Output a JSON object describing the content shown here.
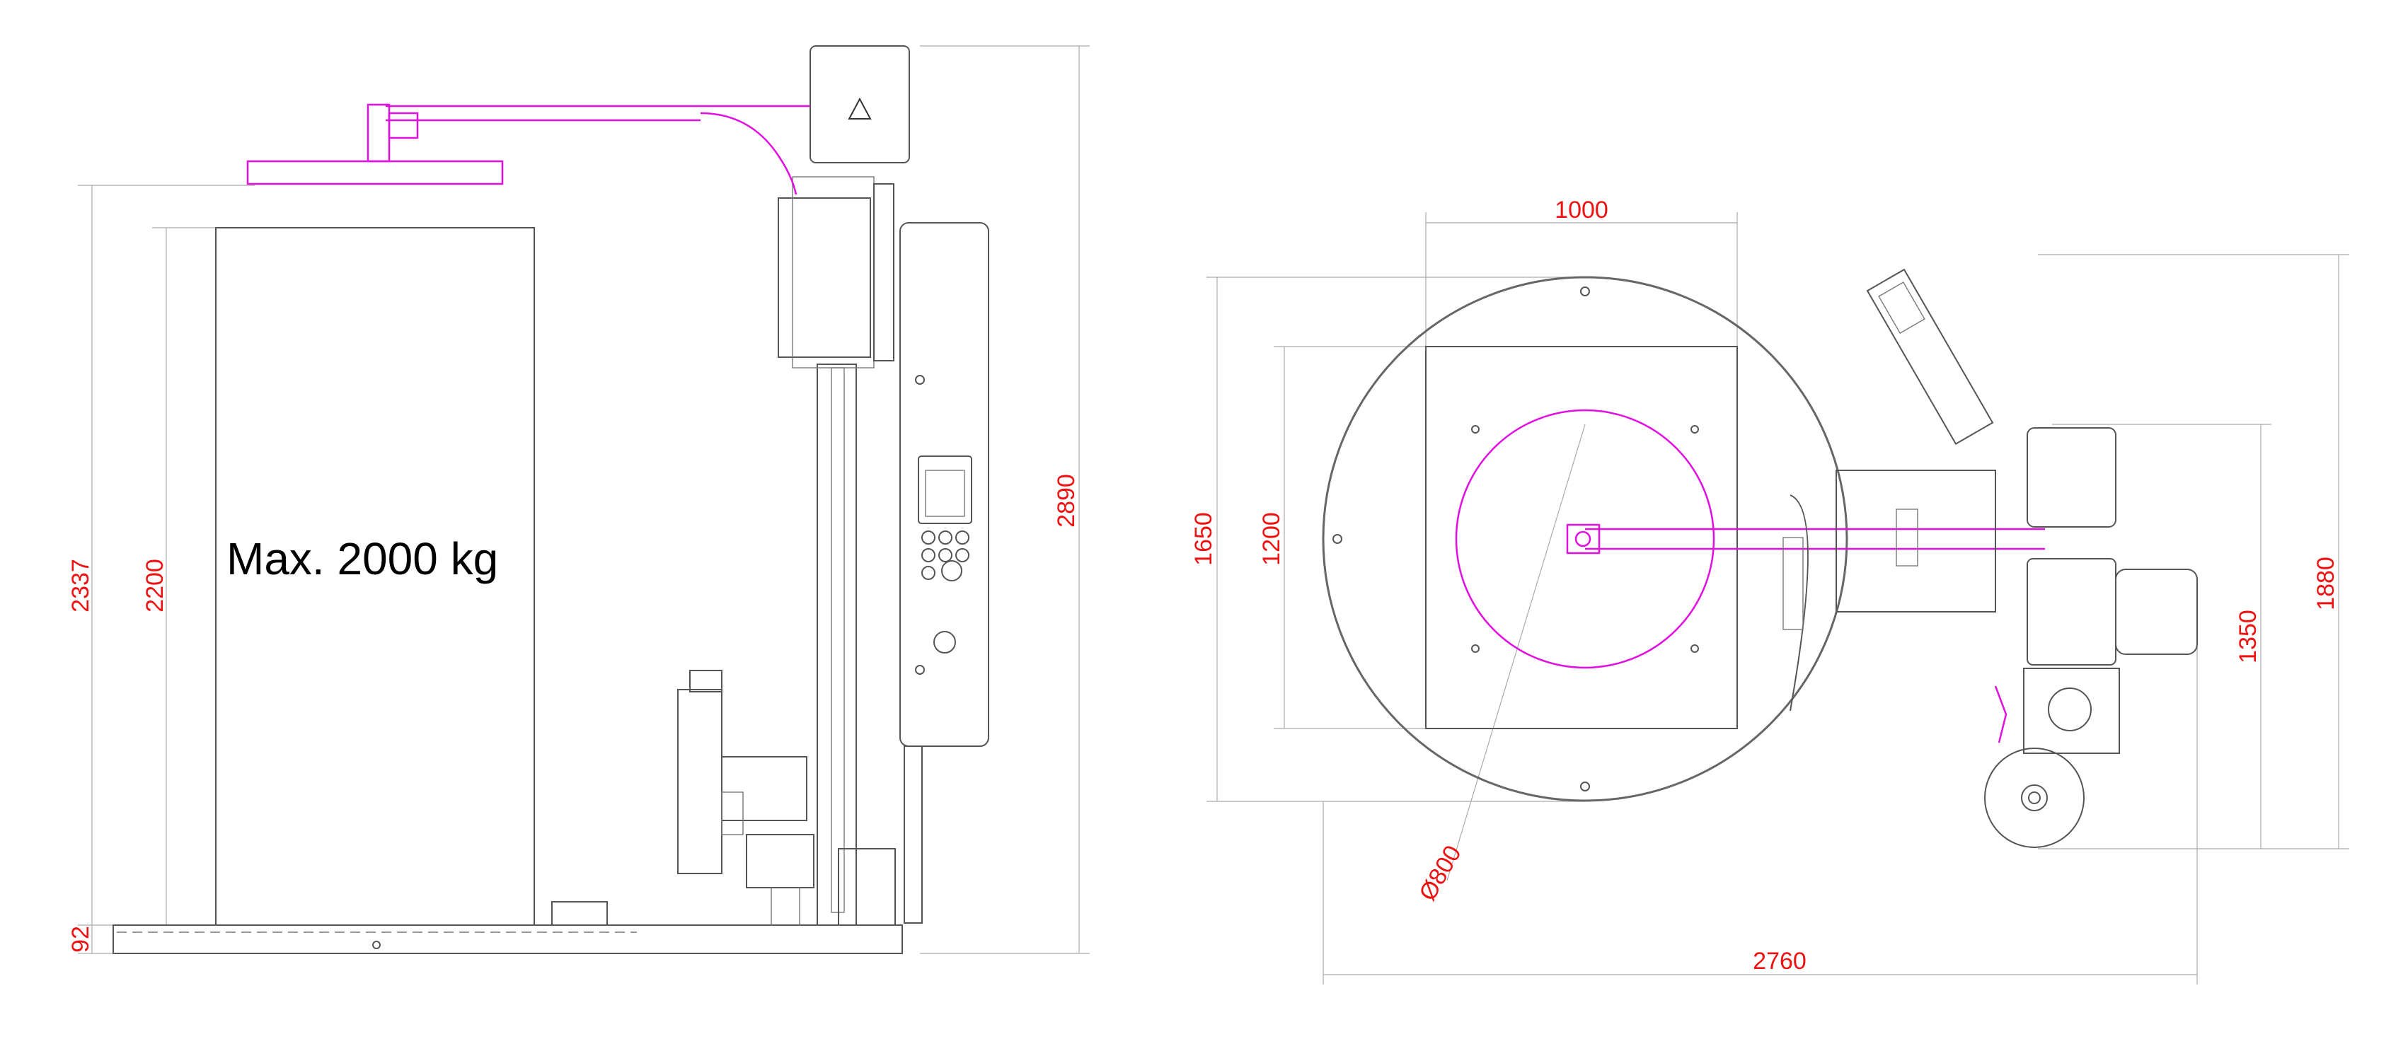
{
  "colors": {
    "dimension": "#ee1111",
    "magenta": "#e010e0",
    "line": "#555555",
    "extension": "#aaaaaa"
  },
  "side_view": {
    "load_label": "Max. 2000 kg",
    "dim_height_total": "2337",
    "dim_height_load": "2200",
    "dim_height_base": "92",
    "dim_height_machine": "2890"
  },
  "top_view": {
    "dim_load_width": "1000",
    "dim_table_diameter": "1650",
    "dim_load_depth": "1200",
    "dim_arm_diameter": "Ø800",
    "dim_overall_length": "2760",
    "dim_body_depth": "1350",
    "dim_overall_depth": "1880"
  }
}
